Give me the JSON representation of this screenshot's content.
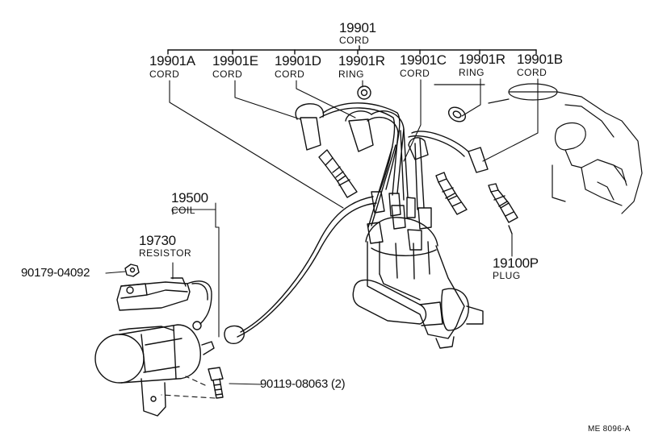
{
  "parts": {
    "cord_main": {
      "number": "19901",
      "name": "CORD"
    },
    "cord_a": {
      "number": "19901A",
      "name": "CORD"
    },
    "cord_e": {
      "number": "19901E",
      "name": "CORD"
    },
    "cord_d": {
      "number": "19901D",
      "name": "CORD"
    },
    "ring_1": {
      "number": "19901R",
      "name": "RING"
    },
    "cord_c": {
      "number": "19901C",
      "name": "CORD"
    },
    "ring_2": {
      "number": "19901R",
      "name": "RING"
    },
    "cord_b": {
      "number": "19901B",
      "name": "CORD"
    },
    "coil": {
      "number": "19500",
      "name": "COIL"
    },
    "resistor": {
      "number": "19730",
      "name": "RESISTOR"
    },
    "nut": {
      "number": "90179-04092"
    },
    "bolt": {
      "number": "90119-08063 (2)"
    },
    "plug": {
      "number": "19100P",
      "name": "PLUG"
    }
  },
  "diagram_code": "ME 8096-A"
}
